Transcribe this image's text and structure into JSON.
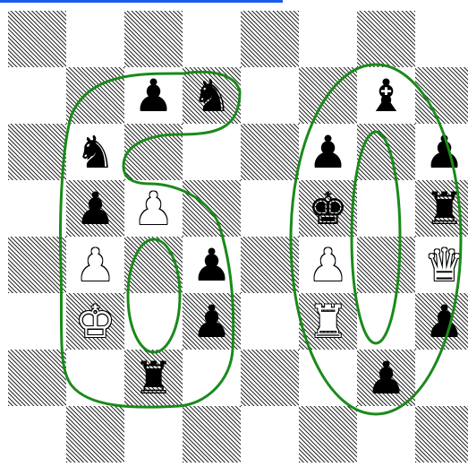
{
  "board": {
    "files": 8,
    "ranks": 8,
    "light_color": "#ffffff",
    "dark_color": "hatched-black",
    "pieces": [
      {
        "name": "black-pawn",
        "color": "black",
        "glyph": "♟",
        "square": "c7"
      },
      {
        "name": "black-knight",
        "color": "black",
        "glyph": "♞",
        "square": "d7"
      },
      {
        "name": "black-bishop",
        "color": "black",
        "glyph": "♝",
        "square": "g7"
      },
      {
        "name": "black-knight",
        "color": "black",
        "glyph": "♞",
        "square": "b6"
      },
      {
        "name": "black-pawn",
        "color": "black",
        "glyph": "♟",
        "square": "f6"
      },
      {
        "name": "black-pawn",
        "color": "black",
        "glyph": "♟",
        "square": "h6"
      },
      {
        "name": "black-pawn",
        "color": "black",
        "glyph": "♟",
        "square": "b5"
      },
      {
        "name": "white-pawn",
        "color": "white",
        "glyph": "♟",
        "square": "c5"
      },
      {
        "name": "black-king",
        "color": "black",
        "glyph": "♚",
        "square": "f5"
      },
      {
        "name": "black-rook",
        "color": "black",
        "glyph": "♜",
        "square": "h5"
      },
      {
        "name": "white-pawn",
        "color": "white",
        "glyph": "♟",
        "square": "b4"
      },
      {
        "name": "black-pawn",
        "color": "black",
        "glyph": "♟",
        "square": "d4"
      },
      {
        "name": "white-pawn",
        "color": "white",
        "glyph": "♟",
        "square": "f4"
      },
      {
        "name": "white-queen",
        "color": "white",
        "glyph": "♛",
        "square": "h4"
      },
      {
        "name": "white-king",
        "color": "white",
        "glyph": "♚",
        "square": "b3"
      },
      {
        "name": "black-pawn",
        "color": "black",
        "glyph": "♟",
        "square": "d3"
      },
      {
        "name": "white-rook",
        "color": "white",
        "glyph": "♜",
        "square": "f3"
      },
      {
        "name": "black-pawn",
        "color": "black",
        "glyph": "♟",
        "square": "h3"
      },
      {
        "name": "black-rook",
        "color": "black",
        "glyph": "♜",
        "square": "c2"
      },
      {
        "name": "black-pawn",
        "color": "black",
        "glyph": "♟",
        "square": "g2"
      }
    ]
  },
  "annotation": {
    "shape_text": "60",
    "stroke_color": "#1a8a1a"
  },
  "top_link_color": "#1a5cf0"
}
